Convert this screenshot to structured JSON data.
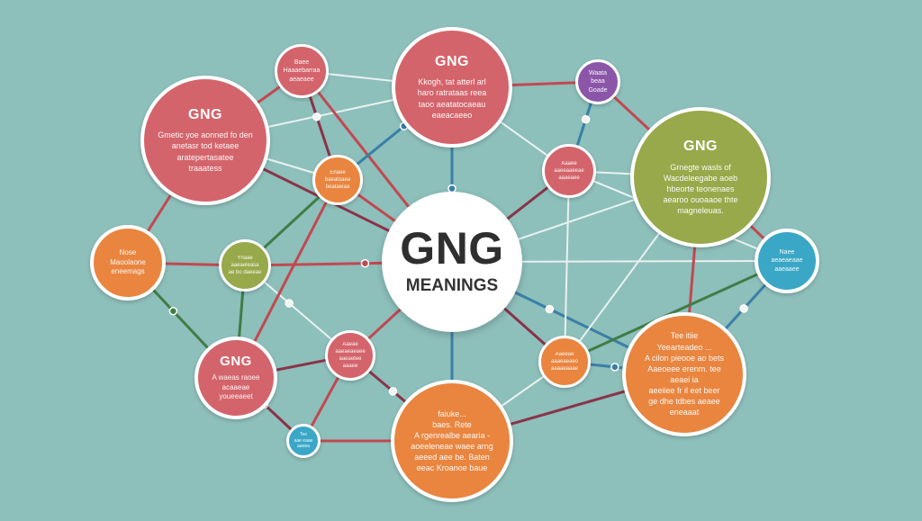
{
  "colors": {
    "background": "#8dbfbb",
    "red": "#d4646b",
    "orange": "#e9853f",
    "olive": "#97a94a",
    "purple": "#8b56a8",
    "blue": "#3aa7c6",
    "edge_red": "#c24850",
    "edge_green": "#3f7d44",
    "edge_blue": "#3a7fa6",
    "edge_white": "#e8f2f0",
    "edge_maroon": "#8a3347"
  },
  "center": {
    "title": "GNG",
    "subtitle": "MEANINGS"
  },
  "nodes": [
    {
      "id": "top-center",
      "color": "red",
      "title": "GNG",
      "text": "Kkogh, tat atterl arl\nharo ratrataas reea\ntaoo aeatatocaeau\neaeacaeeo"
    },
    {
      "id": "top-left-big",
      "color": "red",
      "title": "GNG",
      "text": "Gmetic yoe aonned fo den\nanetasr tod ketaee\naratepertasatee\ntraaatess"
    },
    {
      "id": "top-right-big",
      "color": "olive",
      "title": "GNG",
      "text": "Grnegte wasls of\nWacdeleegabe aoeb\nhbeorte teonenaes\naearoo ouoaaoe thte\nmagneleuas."
    },
    {
      "id": "bottom-center",
      "color": "orange",
      "title": "",
      "text": "faiuke...\nbaes. Rete\nA rgenrealbe aearia -\naoeeleneae waee arng\naeeed aee be. Baten\neeac Kroanoe baue"
    },
    {
      "id": "bottom-right",
      "color": "orange",
      "title": "",
      "text": "Tee itiie\nYeearteadeo ...\nA cilon pieooe ao bets\nAaeoeee erenm. tee aeaei ia\naeeiiee fr il eet beer\nge dhe tdbes aeaee\neneaaat"
    },
    {
      "id": "bottom-left",
      "color": "red",
      "title": "GNG",
      "text": "A waeas raoee\nacaaeae\nyoueeaeet"
    },
    {
      "id": "small-top",
      "color": "red",
      "title": "",
      "text": "Baee\nHaaaebarraa\naeaeaee"
    },
    {
      "id": "small-mid-left",
      "color": "orange",
      "title": "",
      "text": "Enaee\nbaeatoaea\nbeataeiaa"
    },
    {
      "id": "small-mid-right",
      "color": "red",
      "title": "",
      "text": "Aaaee\naaeeaaeeae\naaaeaee"
    },
    {
      "id": "left-orange",
      "color": "orange",
      "title": "",
      "text": "Nose\nMaoolaone\neneemags"
    },
    {
      "id": "small-olive",
      "color": "olive",
      "title": "",
      "text": "Ynaae\naaeaeleasa\nae bo daeeae"
    },
    {
      "id": "small-center-low",
      "color": "red",
      "title": "",
      "text": "Aaeae\naaeaeaeaee\naaeaetee\naaaee"
    },
    {
      "id": "small-right-low",
      "color": "orange",
      "title": "",
      "text": "Aaeeae\naaaeaeaeo\naaaaeaaae"
    },
    {
      "id": "purple",
      "color": "purple",
      "title": "",
      "text": "Waata\nbeaa\nGoade"
    },
    {
      "id": "blue-right",
      "color": "blue",
      "title": "",
      "text": "Naee\naeaeaeaae\naaeaaee"
    },
    {
      "id": "blue-bottom",
      "color": "blue",
      "title": "",
      "text": "Tee\naae eaae\naaeea"
    }
  ]
}
